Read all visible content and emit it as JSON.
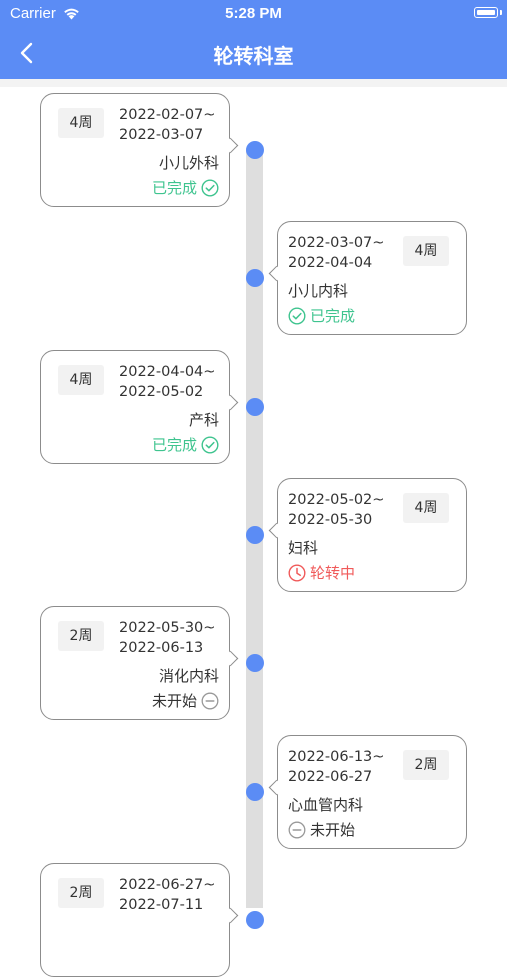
{
  "status_bar": {
    "carrier": "Carrier",
    "time": "5:28 PM"
  },
  "nav": {
    "title": "轮转科室",
    "back_icon": "chevron-left-icon"
  },
  "colors": {
    "accent": "#5b8cf5",
    "done": "#3fc48f",
    "in_progress": "#f05a5a",
    "not_started": "#333333"
  },
  "rotations": [
    {
      "weeks": "4周",
      "start": "2022-02-07~",
      "end": "2022-03-07",
      "dept": "小儿外科",
      "status": "已完成",
      "state": "done"
    },
    {
      "weeks": "4周",
      "start": "2022-03-07~",
      "end": "2022-04-04",
      "dept": "小儿内科",
      "status": "已完成",
      "state": "done"
    },
    {
      "weeks": "4周",
      "start": "2022-04-04~",
      "end": "2022-05-02",
      "dept": "产科",
      "status": "已完成",
      "state": "done"
    },
    {
      "weeks": "4周",
      "start": "2022-05-02~",
      "end": "2022-05-30",
      "dept": "妇科",
      "status": "轮转中",
      "state": "in_progress"
    },
    {
      "weeks": "2周",
      "start": "2022-05-30~",
      "end": "2022-06-13",
      "dept": "消化内科",
      "status": "未开始",
      "state": "not_started"
    },
    {
      "weeks": "2周",
      "start": "2022-06-13~",
      "end": "2022-06-27",
      "dept": "心血管内科",
      "status": "未开始",
      "state": "not_started"
    },
    {
      "weeks": "2周",
      "start": "2022-06-27~",
      "end": "2022-07-11",
      "dept": "",
      "status": "",
      "state": ""
    }
  ]
}
